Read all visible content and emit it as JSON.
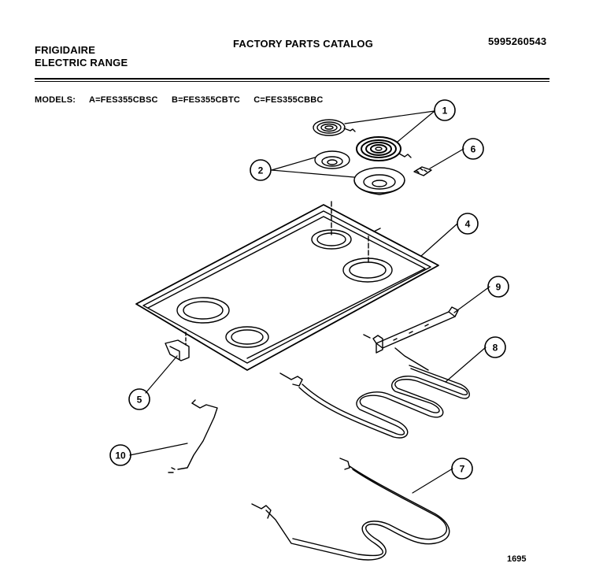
{
  "header": {
    "brand": "FRIGIDAIRE",
    "product": "ELECTRIC RANGE",
    "title": "FACTORY PARTS CATALOG",
    "catalog_number": "5995260543"
  },
  "models": {
    "label": "MODELS:",
    "a": "A=FES355CBSC",
    "b": "B=FES355CBTC",
    "c": "C=FES355CBBC"
  },
  "callouts": [
    "1",
    "2",
    "4",
    "6",
    "9",
    "8",
    "5",
    "10",
    "7"
  ],
  "footer": {
    "page_code": "1695"
  }
}
